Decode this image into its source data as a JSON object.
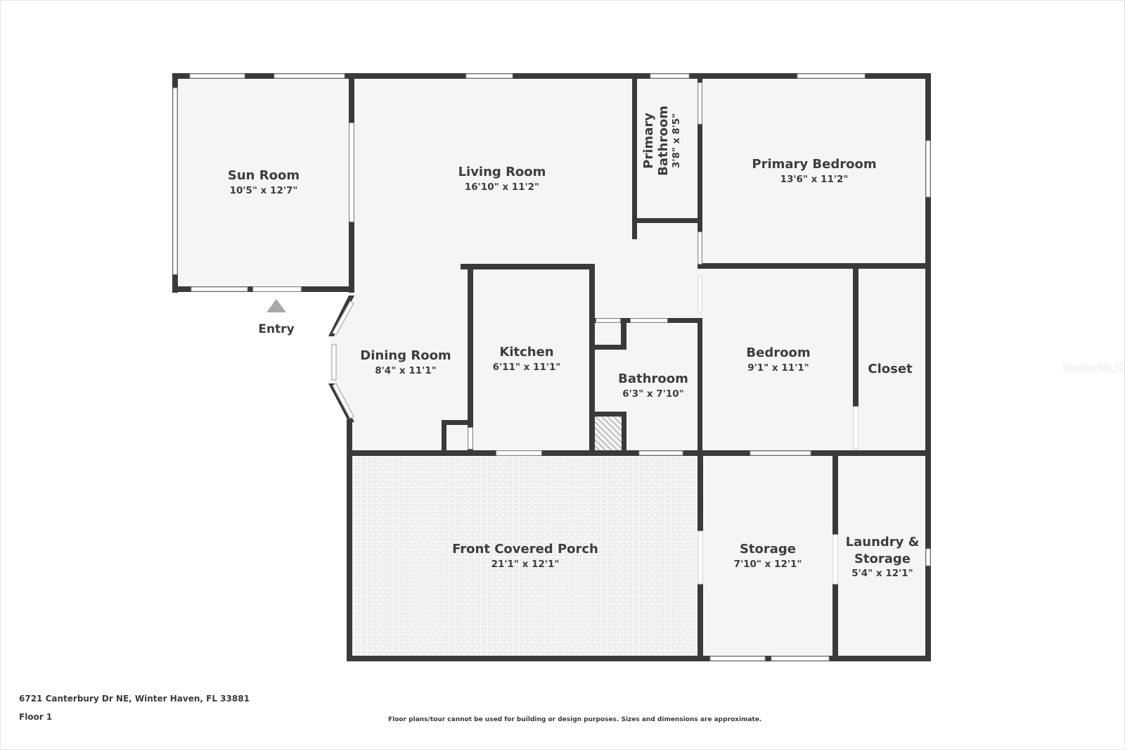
{
  "plan": {
    "address": "6721 Canterbury Dr NE, Winter Haven, FL 33881",
    "floor": "Floor 1",
    "disclaimer": "Floor plans/tour cannot be used for building or design purposes. Sizes and dimensions are approximate.",
    "watermark": "StellarMLS",
    "entry_label": "Entry"
  },
  "rooms": {
    "sun_room": {
      "name": "Sun Room",
      "dims": "10'5\" x 12'7\""
    },
    "living_room": {
      "name": "Living Room",
      "dims": "16'10\" x 11'2\""
    },
    "primary_bathroom": {
      "name_line1": "Primary",
      "name_line2": "Bathroom",
      "dims": "3'8\" x 8'5\""
    },
    "primary_bedroom": {
      "name": "Primary Bedroom",
      "dims": "13'6\" x 11'2\""
    },
    "dining_room": {
      "name": "Dining Room",
      "dims": "8'4\" x 11'1\""
    },
    "kitchen": {
      "name": "Kitchen",
      "dims": "6'11\" x 11'1\""
    },
    "bathroom": {
      "name": "Bathroom",
      "dims": "6'3\" x 7'10\""
    },
    "bedroom": {
      "name": "Bedroom",
      "dims": "9'1\" x 11'1\""
    },
    "closet": {
      "name": "Closet"
    },
    "front_covered_porch": {
      "name": "Front Covered Porch",
      "dims": "21'1\" x 12'1\""
    },
    "storage": {
      "name": "Storage",
      "dims": "7'10\" x 12'1\""
    },
    "laundry_storage": {
      "name_line1": "Laundry &",
      "name_line2": "Storage",
      "dims": "5'4\" x 12'1\""
    }
  },
  "colors": {
    "wall": "#3a3a3a",
    "floor": "#f5f5f5",
    "window": "#ffffff",
    "entry_arrow": "#a8a8a8"
  }
}
